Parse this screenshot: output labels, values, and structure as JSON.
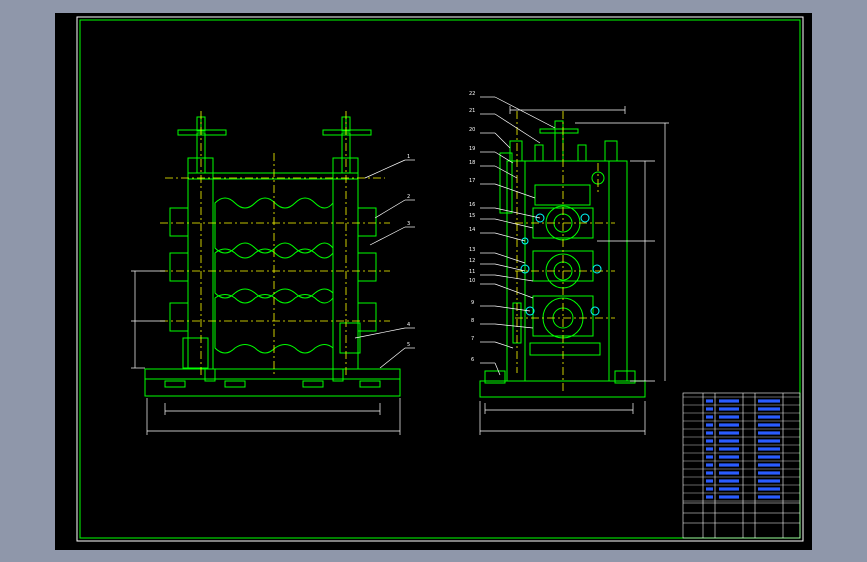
{
  "drawing": {
    "background": "#000000",
    "frame_color": "#ffffff",
    "outline_color": "#00ff00",
    "centerline_color": "#ffff00",
    "dimension_color": "#ffffff",
    "highlight_color": "#00ffff",
    "title_text_color": "#2a5cff"
  },
  "left_view": {
    "balloons": [
      "1",
      "2",
      "3",
      "4",
      "5"
    ]
  },
  "right_view": {
    "balloons": [
      "22",
      "21",
      "20",
      "19",
      "18",
      "17",
      "16",
      "15",
      "14",
      "13",
      "12",
      "11",
      "10",
      "9",
      "8",
      "7",
      "6"
    ]
  },
  "title_block": {
    "parts_row_count": 13
  }
}
